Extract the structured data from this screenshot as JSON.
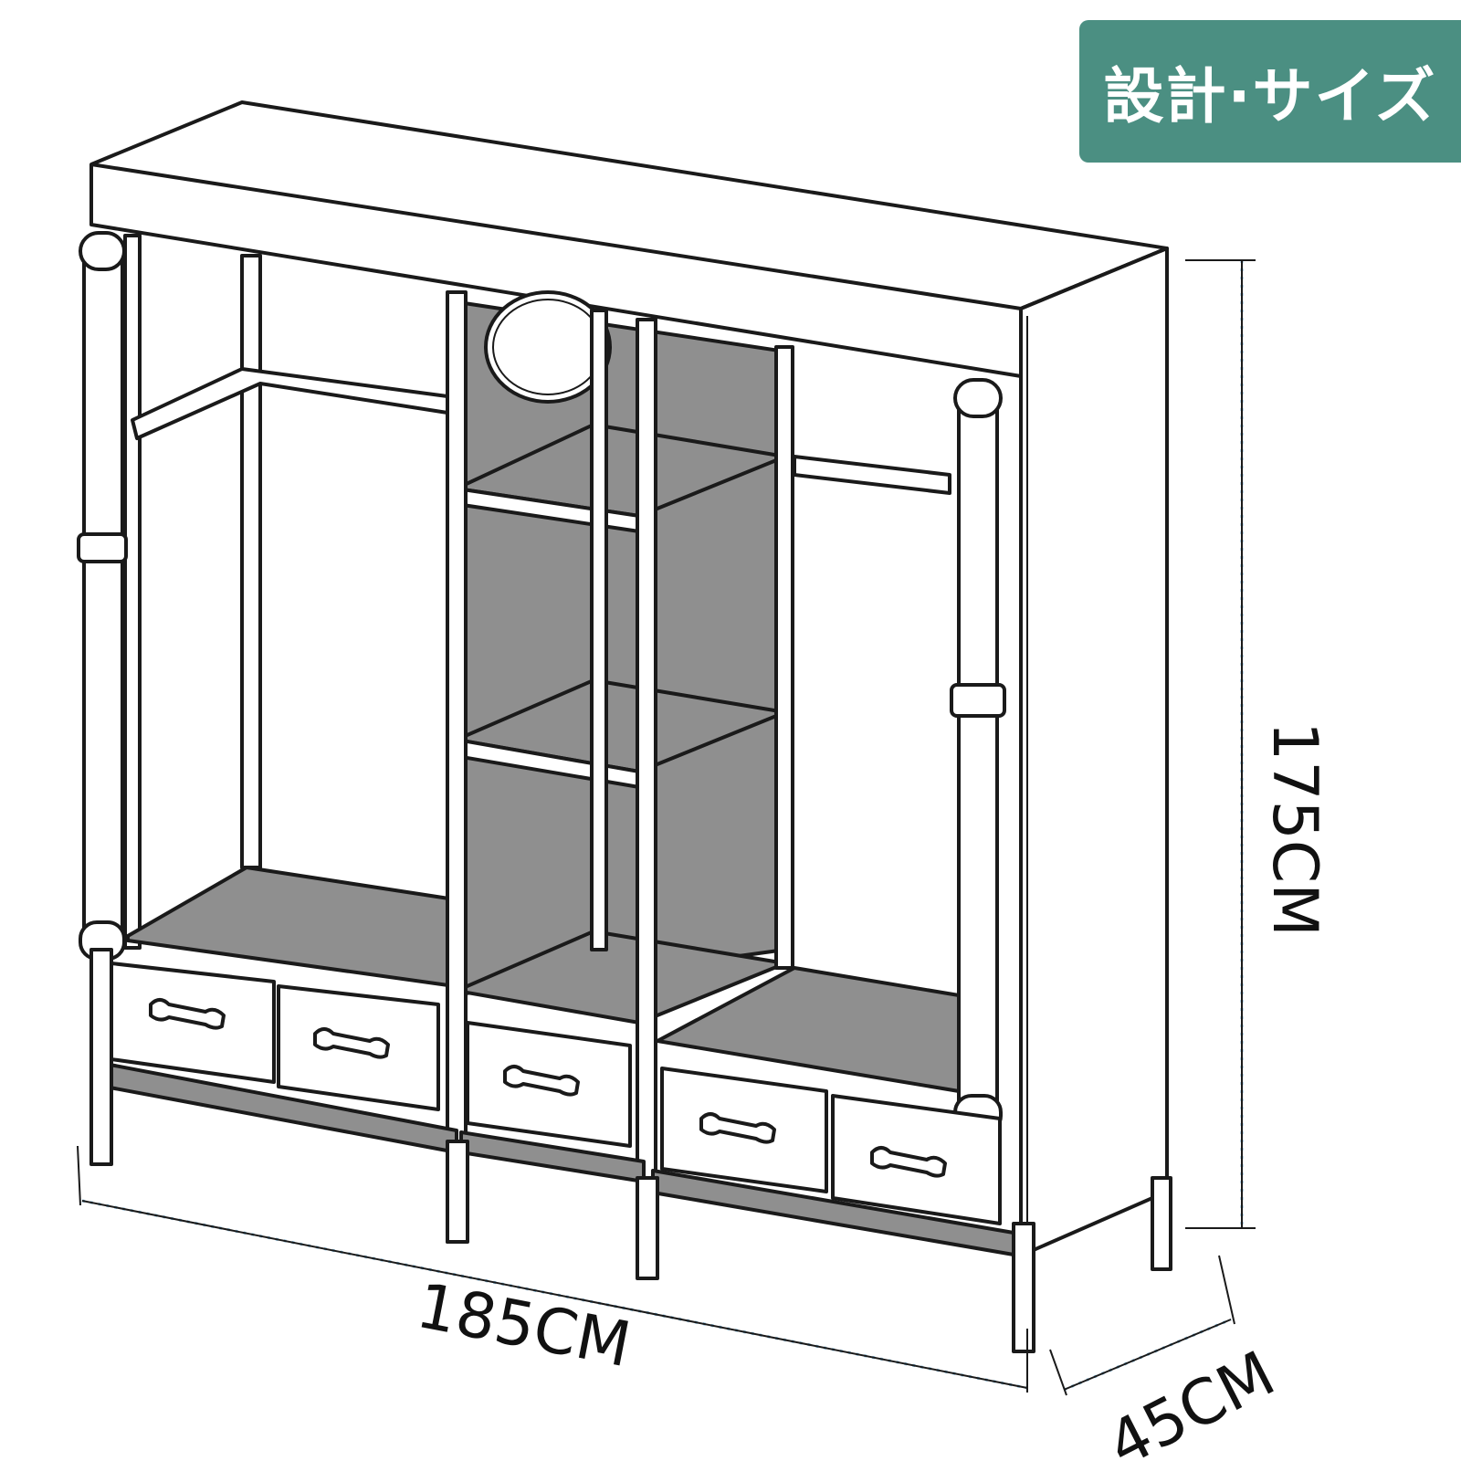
{
  "badge": {
    "title": "設計·サイズ",
    "color": "#4b8f82"
  },
  "dimensions": {
    "width": "185CM",
    "height": "175CM",
    "depth": "45CM"
  },
  "colors": {
    "panel": "#8f8f8f",
    "outline": "#1a1a1a",
    "dimension_line": "#7fb6d8"
  }
}
